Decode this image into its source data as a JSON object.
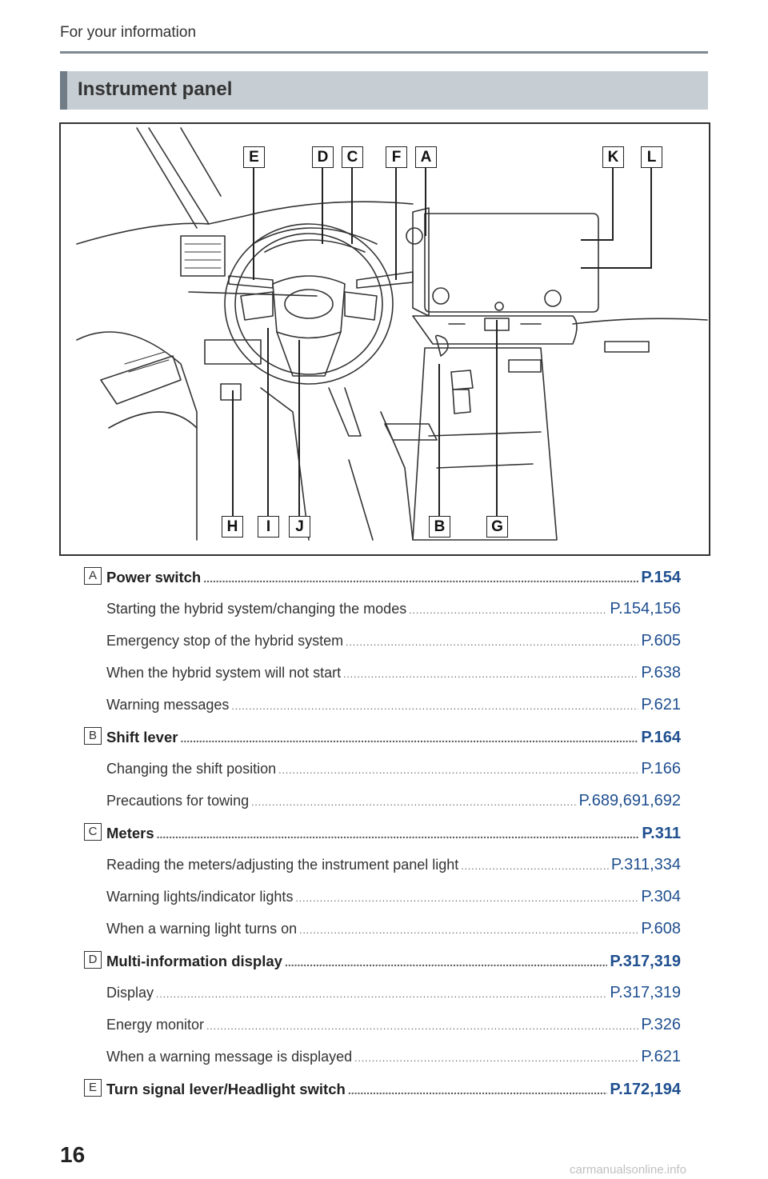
{
  "header": {
    "running_head": "For your information"
  },
  "section": {
    "title": "Instrument panel"
  },
  "figure": {
    "top_labels": [
      "E",
      "D",
      "C",
      "F",
      "A",
      "K",
      "L"
    ],
    "bottom_labels": [
      "H",
      "I",
      "J",
      "B",
      "G"
    ]
  },
  "entries": [
    {
      "letter": "A",
      "title": "Power switch",
      "page": "P.154",
      "subs": [
        {
          "label": "Starting the hybrid system/changing the modes",
          "page": "P.154,156"
        },
        {
          "label": "Emergency stop of the hybrid system",
          "page": "P.605"
        },
        {
          "label": "When the hybrid system will not start",
          "page": "P.638"
        },
        {
          "label": "Warning messages",
          "page": "P.621"
        }
      ]
    },
    {
      "letter": "B",
      "title": "Shift lever",
      "page": "P.164",
      "subs": [
        {
          "label": "Changing the shift position",
          "page": "P.166"
        },
        {
          "label": "Precautions for towing",
          "page": "P.689,691,692"
        }
      ]
    },
    {
      "letter": "C",
      "title": "Meters",
      "page": "P.311",
      "subs": [
        {
          "label": "Reading the meters/adjusting the instrument panel light",
          "page": "P.311,334"
        },
        {
          "label": "Warning lights/indicator lights",
          "page": "P.304"
        },
        {
          "label": "When a warning light turns on",
          "page": "P.608"
        }
      ]
    },
    {
      "letter": "D",
      "title": "Multi-information display",
      "page": "P.317,319",
      "subs": [
        {
          "label": "Display",
          "page": "P.317,319"
        },
        {
          "label": "Energy monitor",
          "page": "P.326"
        },
        {
          "label": "When a warning message is displayed",
          "page": "P.621"
        }
      ]
    },
    {
      "letter": "E",
      "title": "Turn signal lever/Headlight switch",
      "page": "P.172,194",
      "subs": []
    }
  ],
  "footer": {
    "page_number": "16",
    "watermark": "carmanualsonline.info"
  }
}
